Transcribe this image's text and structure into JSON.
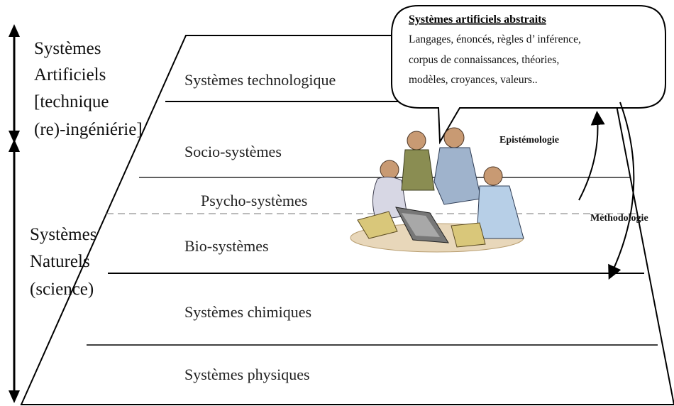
{
  "left_labels": {
    "artificial": [
      "Systèmes",
      "Artificiels",
      "[technique",
      "(re)-ingéniérie]"
    ],
    "natural": [
      "Systèmes",
      "Naturels",
      "(science)"
    ]
  },
  "layers": [
    "Systèmes technologique",
    "Socio-systèmes",
    "Psycho-systèmes",
    "Bio-systèmes",
    "Systèmes chimiques",
    "Systèmes physiques"
  ],
  "bubble": {
    "title": "Systèmes artificiels abstraits",
    "lines": [
      "Langages, énoncés, règles d’ inférence,",
      "corpus de connaissances, théories,",
      "modèles, croyances, valeurs.."
    ]
  },
  "arrow_labels": {
    "epistemologie": "Epistémologie",
    "methodologie": "Méthodologie"
  }
}
